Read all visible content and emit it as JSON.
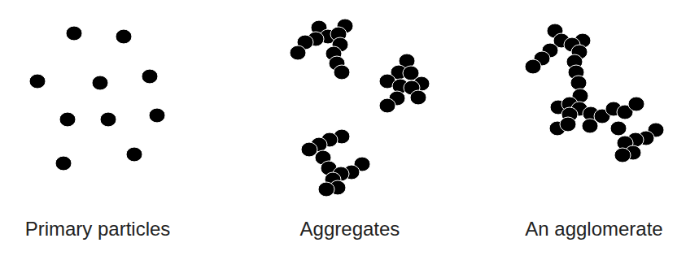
{
  "diagram": {
    "labels": [
      "Primary particles",
      "Aggregates",
      "An agglomerate"
    ]
  }
}
